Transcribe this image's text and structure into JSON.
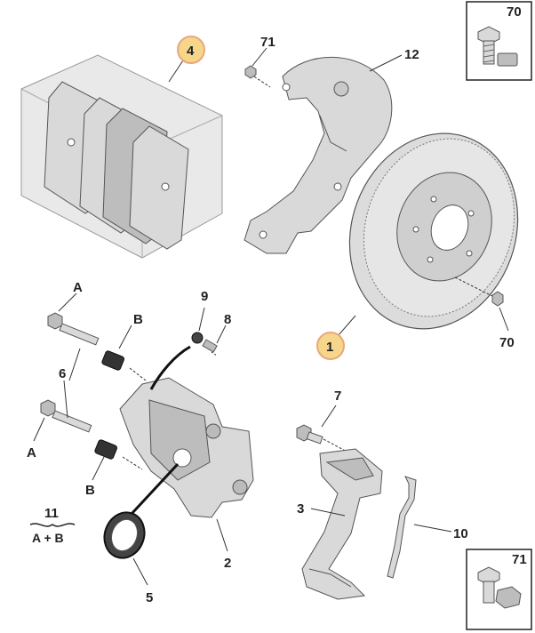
{
  "labels": {
    "disc": "1",
    "caliper": "2",
    "carrier": "3",
    "pads": "4",
    "seal": "5",
    "guide_pin": "6",
    "bracket_bolt": "7",
    "bleed_screw": "8",
    "dust_cap": "9",
    "spring_clip": "10",
    "kit": "11",
    "shield": "12",
    "shield_screw": "71",
    "disc_screw": "70",
    "a_top": "A",
    "a_bottom": "A",
    "b_top": "B",
    "b_bottom": "B",
    "kit_formula": "A + B",
    "inset_top": "70",
    "inset_bottom": "71"
  },
  "highlight_color": "#f6d68a"
}
